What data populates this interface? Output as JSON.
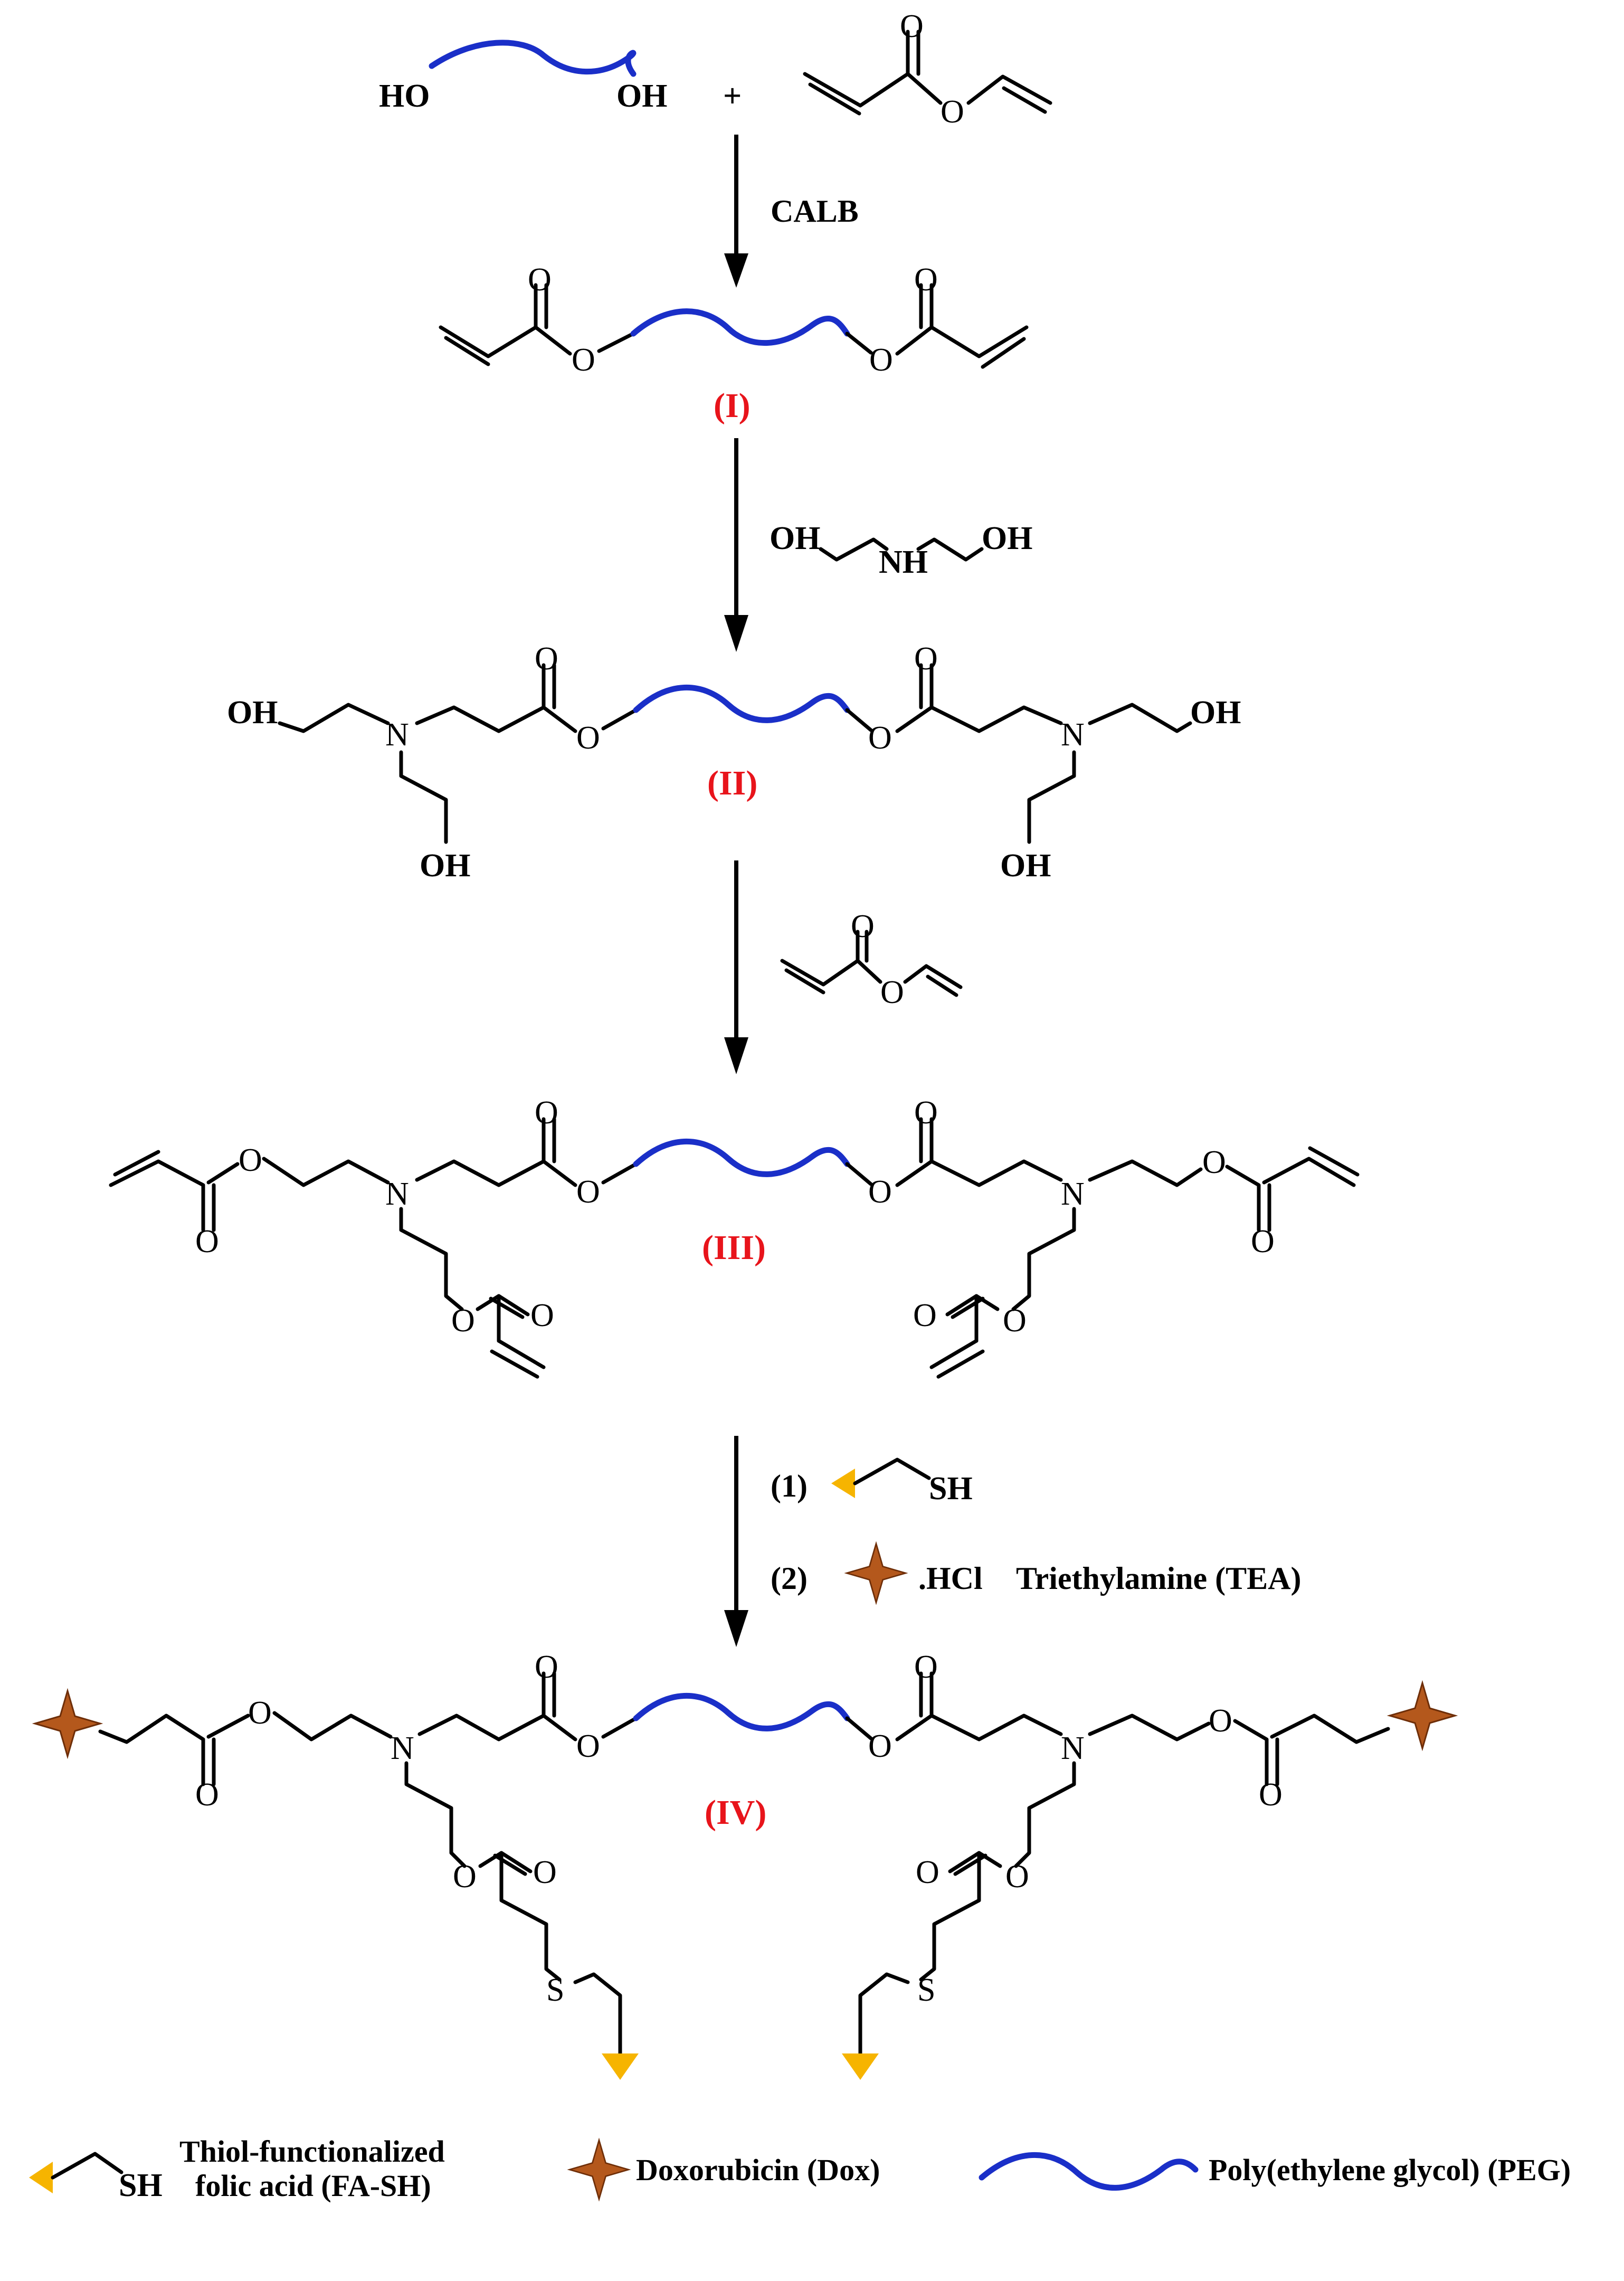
{
  "atoms": {
    "ho": "HO",
    "oh": "OH",
    "o": "O",
    "n": "N",
    "nh": "NH",
    "s": "S",
    "sh": "SH",
    "plus": "+"
  },
  "reagents": {
    "step1": "CALB",
    "step4_1": "(1)",
    "step4_2": "(2)",
    "hcl": ".HCl",
    "tea": "Triethylamine (TEA)"
  },
  "compounds": {
    "c1": "(I)",
    "c2": "(II)",
    "c3": "(III)",
    "c4": "(IV)"
  },
  "legend": {
    "fa_line1": "Thiol-functionalized",
    "fa_line2": "folic acid (FA-SH)",
    "dox": "Doxorubicin (Dox)",
    "peg": "Poly(ethylene glycol) (PEG)"
  },
  "colors": {
    "peg": "#1a2fc8",
    "label": "#e8141b",
    "fa": "#f6b400",
    "dox": "#b4581c"
  }
}
